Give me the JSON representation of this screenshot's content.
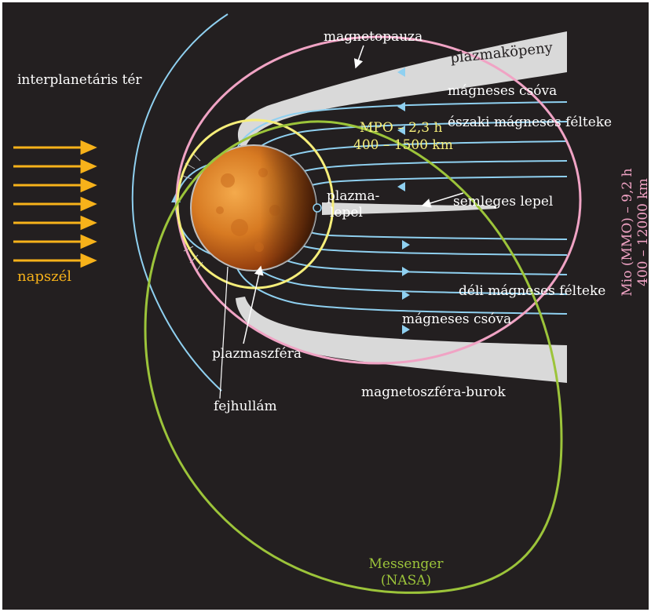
{
  "labels": {
    "interplanetary_space": "interplanetáris tér",
    "magnetopause": "magnetopauza",
    "plasma_mantle": "plazmaköpeny",
    "magnetic_tail_north": "mágneses csóva",
    "north_hemisphere": "északi mágneses félteke",
    "mpo_period": "MPO – 2,3 h",
    "mpo_altitude": "400 – 1500 km",
    "plasma_sheet_line1": "plazma-",
    "plasma_sheet_line2": "lepel",
    "neutral_sheet": "semleges lepel",
    "south_hemisphere": "déli mágneses félteke",
    "magnetic_tail_south": "mágneses csóva",
    "plasmasphere": "plazmaszféra",
    "magnetosheath": "magnetoszféra-burok",
    "bow_shock": "fejhullám",
    "solar_wind": "napszél",
    "mio_period": "Mio (MMO) – 9,2 h",
    "mio_altitude": "400 – 12000 km",
    "messenger_line1": "Messenger",
    "messenger_line2": "(NASA)"
  },
  "colors": {
    "background": "#231f20",
    "field_lines": "#8fd0f0",
    "sheath": "#d9d9d9",
    "solar_wind": "#f7b21a",
    "mpo_orbit": "#f6ee7a",
    "mio_orbit": "#f0a3c4",
    "messenger_orbit": "#9cc43a",
    "text": "#ffffff",
    "planet_light": "#f0a045",
    "planet_dark": "#7a2e06"
  }
}
